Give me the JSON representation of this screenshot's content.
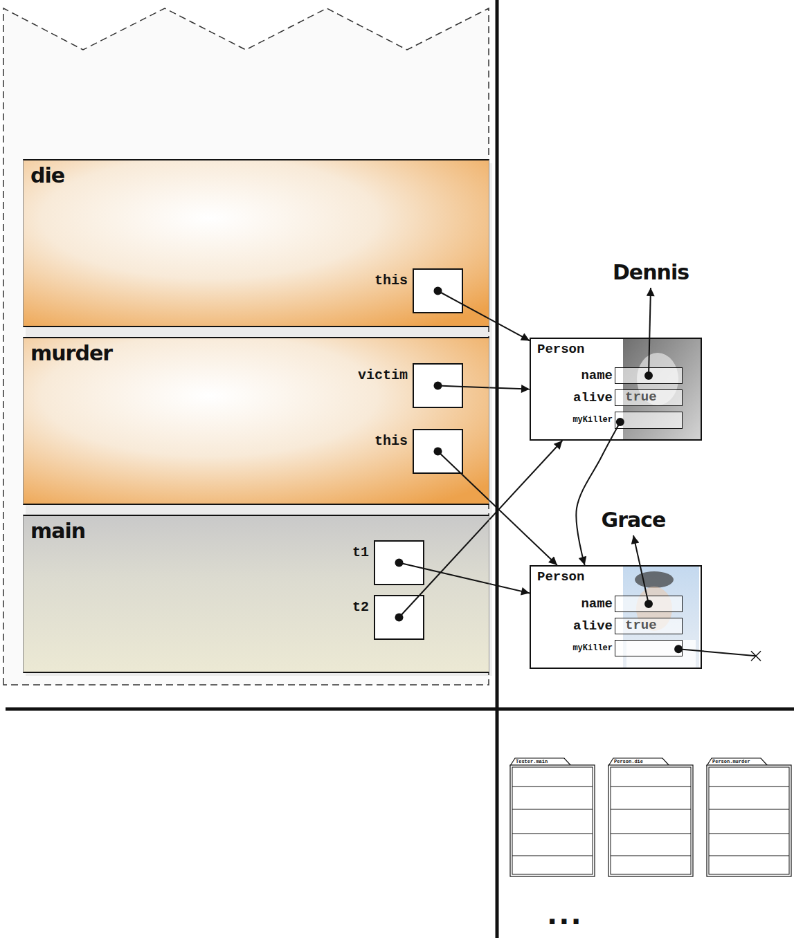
{
  "diagram": {
    "nodes": [
      {
        "text": [
          "die"
        ]
      },
      {
        "text": [
          "this"
        ],
        "in": 0
      },
      {
        "text": [
          "murder"
        ]
      },
      {
        "text": [
          "victim"
        ],
        "in": 2
      },
      {
        "text": [
          "this"
        ],
        "in": 2
      },
      {
        "text": [
          "main"
        ]
      },
      {
        "text": [
          "t1"
        ],
        "in": 5
      },
      {
        "text": [
          "t2"
        ],
        "in": 5
      },
      {
        "text": [
          "Person"
        ]
      },
      {
        "text": [
          "name"
        ],
        "in": 8
      },
      {
        "text": [
          "alive",
          "true"
        ],
        "in": 8
      },
      {
        "text": [
          "myKiller"
        ],
        "in": 8
      },
      {
        "text": [
          "Dennis"
        ]
      },
      {
        "text": [
          "Person"
        ]
      },
      {
        "text": [
          "name"
        ],
        "in": 13
      },
      {
        "text": [
          "alive",
          "true"
        ],
        "in": 13
      },
      {
        "text": [
          "myKiller"
        ],
        "in": 13
      },
      {
        "text": [
          "Grace"
        ]
      },
      {
        "text": [
          "Tester.main"
        ]
      },
      {
        "text": [
          "Person.die"
        ]
      },
      {
        "text": [
          "Person.murder"
        ]
      }
    ],
    "edges": [
      {
        "from": 1,
        "to": 8,
        "arrow": "to"
      },
      {
        "from": 3,
        "to": 8,
        "arrow": "to"
      },
      {
        "from": 4,
        "to": 13,
        "arrow": "to"
      },
      {
        "from": 6,
        "to": 13,
        "arrow": "to"
      },
      {
        "from": 7,
        "to": 8,
        "arrow": "to"
      },
      {
        "from": 11,
        "to": 13,
        "arrow": "to"
      },
      {
        "from": 9,
        "to": 12,
        "arrow": "to"
      },
      {
        "from": 14,
        "to": 17,
        "arrow": "to"
      }
    ],
    "labels": [
      "..."
    ]
  }
}
